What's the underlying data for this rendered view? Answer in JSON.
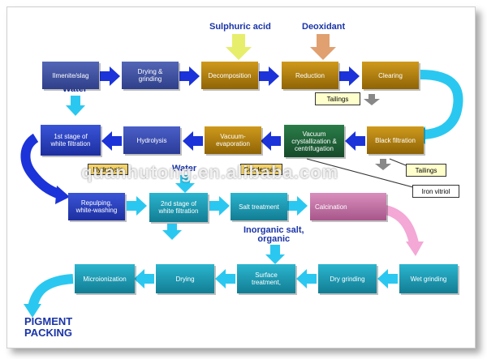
{
  "inputs": {
    "sulphuric_acid": "Sulphuric acid",
    "deoxidant": "Deoxidant",
    "water1": "Water",
    "water2": "Water",
    "inorganic_salt": "Inorganic salt,\norganic"
  },
  "row1": [
    "Ilmenite/slag",
    "Drying &\ngrinding",
    "Decomposition",
    "Reduction",
    "Clearing"
  ],
  "row2": [
    "1st stage of\nwhite filtration",
    "Hydrolysis",
    "Vacuum-\nevaporation",
    "Vacuum\ncrystallization &\ncentrifugation",
    "Black filtration"
  ],
  "row3": [
    "Repulping,\nwhite-washing",
    "2nd stage of\nwhite filtration",
    "Salt treatment",
    "Calcination"
  ],
  "row4": [
    "Microionization",
    "Drying",
    "Surface\ntreatment,",
    "Dry grinding",
    "Wet grinding"
  ],
  "side": {
    "tailings1": "Tailings",
    "tailings2": "Tailings",
    "iron_vitriol": "Iron vitriol",
    "hydrolysis_small": "Hydrolysis",
    "condensate": "Condensate"
  },
  "output": "PIGMENT\nPACKING",
  "watermark": "quanhutong.en.alibaba.com",
  "colors": {
    "navy": "#3d4f9e",
    "olive": "#b7860b",
    "green": "#1f6b3a",
    "teal": "#1d9bb4",
    "pink": "#c77aa7",
    "arrow_blue": "#1b33d9",
    "arrow_cyan": "#2ac8f0"
  }
}
